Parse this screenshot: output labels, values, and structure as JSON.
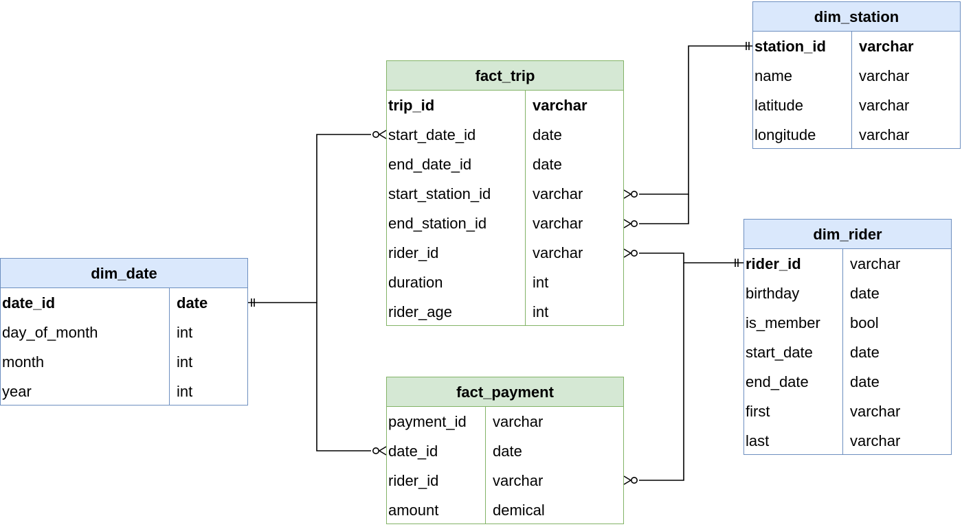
{
  "colors": {
    "dimension_header": "#dae8fc",
    "dimension_border": "#6c8ebf",
    "fact_header": "#d5e8d4",
    "fact_border": "#82b366",
    "connector": "#000000"
  },
  "entities": [
    {
      "id": "fact_trip",
      "kind": "fact",
      "title": "fact_trip",
      "columns": [
        {
          "name": "trip_id",
          "type": "varchar",
          "bold": true
        },
        {
          "name": "start_date_id",
          "type": "date"
        },
        {
          "name": "end_date_id",
          "type": "date"
        },
        {
          "name": "start_station_id",
          "type": "varchar"
        },
        {
          "name": "end_station_id",
          "type": "varchar"
        },
        {
          "name": "rider_id",
          "type": "varchar"
        },
        {
          "name": "duration",
          "type": "int"
        },
        {
          "name": "rider_age",
          "type": "int"
        }
      ]
    },
    {
      "id": "dim_station",
      "kind": "dimension",
      "title": "dim_station",
      "columns": [
        {
          "name": "station_id",
          "type": "varchar",
          "bold": true
        },
        {
          "name": "name",
          "type": "varchar"
        },
        {
          "name": "latitude",
          "type": "varchar"
        },
        {
          "name": "longitude",
          "type": "varchar"
        }
      ]
    },
    {
      "id": "dim_rider",
      "kind": "dimension",
      "title": "dim_rider",
      "columns": [
        {
          "name": "rider_id",
          "type": "varchar",
          "bold": true,
          "type_bold": false
        },
        {
          "name": "birthday",
          "type": "date"
        },
        {
          "name": "is_member",
          "type": "bool"
        },
        {
          "name": "start_date",
          "type": "date"
        },
        {
          "name": "end_date",
          "type": "date"
        },
        {
          "name": "first",
          "type": "varchar"
        },
        {
          "name": "last",
          "type": "varchar"
        }
      ]
    },
    {
      "id": "dim_date",
      "kind": "dimension",
      "title": "dim_date",
      "columns": [
        {
          "name": "date_id",
          "type": "date",
          "bold": true
        },
        {
          "name": "day_of_month",
          "type": "int"
        },
        {
          "name": "month",
          "type": "int"
        },
        {
          "name": "year",
          "type": "int"
        }
      ]
    },
    {
      "id": "fact_payment",
      "kind": "fact",
      "title": "fact_payment",
      "columns": [
        {
          "name": "payment_id",
          "type": "varchar",
          "bold": false
        },
        {
          "name": "date_id",
          "type": "date"
        },
        {
          "name": "rider_id",
          "type": "varchar"
        },
        {
          "name": "amount",
          "type": "demical"
        }
      ]
    }
  ],
  "relationships": [
    {
      "from": "dim_date.date_id",
      "from_cardinality": "one",
      "to": "fact_trip.start_date_id",
      "to_cardinality": "zero-or-many"
    },
    {
      "from": "dim_date.date_id",
      "from_cardinality": "one",
      "to": "fact_payment.date_id",
      "to_cardinality": "zero-or-many"
    },
    {
      "from": "dim_station.station_id",
      "from_cardinality": "one",
      "to": "fact_trip.start_station_id",
      "to_cardinality": "zero-or-many"
    },
    {
      "from": "dim_station.station_id",
      "from_cardinality": "one",
      "to": "fact_trip.end_station_id",
      "to_cardinality": "zero-or-many"
    },
    {
      "from": "dim_rider.rider_id",
      "from_cardinality": "one",
      "to": "fact_trip.rider_id",
      "to_cardinality": "zero-or-many"
    },
    {
      "from": "dim_rider.rider_id",
      "from_cardinality": "one",
      "to": "fact_payment.rider_id",
      "to_cardinality": "zero-or-many"
    }
  ]
}
